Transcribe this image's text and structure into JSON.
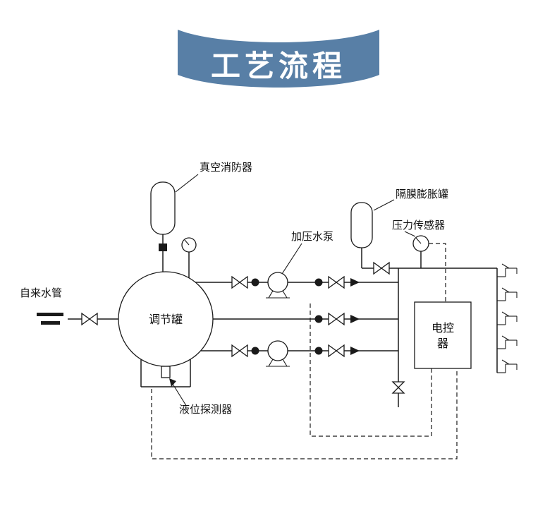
{
  "banner": {
    "title": "工艺流程",
    "bg_color": "#587fa6",
    "text_color": "#ffffff"
  },
  "diagram": {
    "line_color": "#1a1a1a",
    "labels": {
      "vacuum_breaker": "真空消防器",
      "tap_water": "自来水管",
      "regulating_tank": "调节罐",
      "booster_pump": "加压水泵",
      "expansion_tank": "隔膜膨胀罐",
      "pressure_sensor": "压力传感器",
      "controller_line1": "电控",
      "controller_line2": "器",
      "level_detector": "液位探测器"
    }
  }
}
